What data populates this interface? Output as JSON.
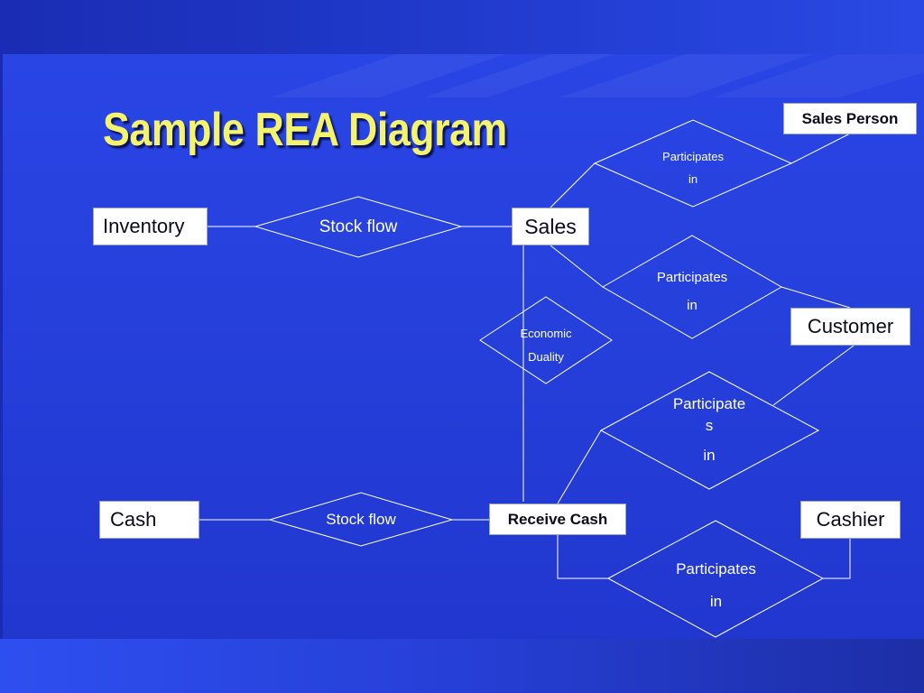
{
  "title": "Sample REA Diagram",
  "entities": {
    "inventory": "Inventory",
    "sales": "Sales",
    "sales_person": "Sales Person",
    "customer": "Customer",
    "cash": "Cash",
    "receive_cash": "Receive Cash",
    "cashier": "Cashier"
  },
  "relationships": {
    "stock_flow_sales": "Stock flow",
    "participates_sales_person": {
      "line1": "Participates",
      "line2": "in"
    },
    "participates_customer_sales": {
      "line1": "Participates",
      "line2": "in"
    },
    "economic_duality": {
      "line1": "Economic",
      "line2": "Duality"
    },
    "participates_customer_cash": {
      "line1": "Participate",
      "line2": "s",
      "line3": "in"
    },
    "stock_flow_cash": "Stock flow",
    "participates_cashier": {
      "line1": "Participates",
      "line2": "in"
    }
  },
  "colors": {
    "background": "#2640dc",
    "title": "#f4f36e",
    "lines": "#ffffff",
    "box_fill": "#ffffff",
    "box_text": "#0a0a1a"
  }
}
